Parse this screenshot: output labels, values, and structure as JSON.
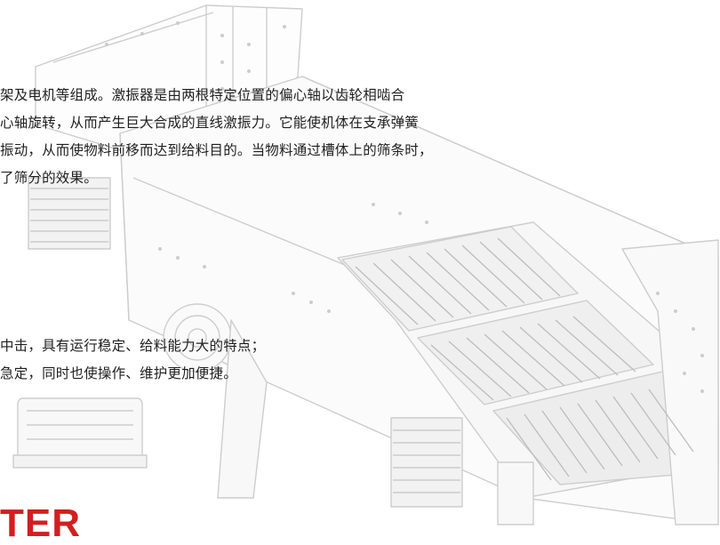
{
  "description": {
    "lines": [
      "架及电机等组成。激振器是由两根特定位置的偏心轴以齿轮相啮合",
      "心轴旋转，从而产生巨大合成的直线激振力。它能使机体在支承弹簧",
      "振动，从而使物料前移而达到给料目的。当物料通过槽体上的筛条时，",
      "了筛分的效果。"
    ]
  },
  "features": {
    "lines": [
      "中击，具有运行稳定、给料能力大的特点；",
      "急定，同时也使操作、维护更加便捷。"
    ]
  },
  "brand": {
    "text": "TER",
    "color": "#d11f1f"
  },
  "illustration": {
    "icon": "vibrating-feeder-illustration",
    "stroke_color": "#cfcfcf"
  }
}
